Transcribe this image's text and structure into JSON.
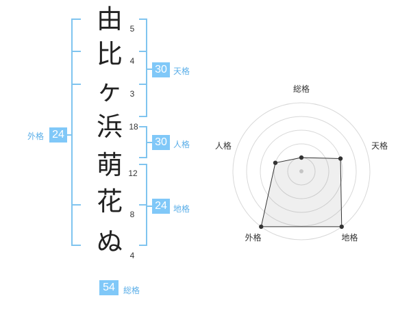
{
  "name": {
    "chars": [
      {
        "char": "由",
        "strokes": "5"
      },
      {
        "char": "比",
        "strokes": "4"
      },
      {
        "char": "ヶ",
        "strokes": "3"
      },
      {
        "char": "浜",
        "strokes": "18"
      },
      {
        "char": "萌",
        "strokes": "12"
      },
      {
        "char": "花",
        "strokes": "8"
      },
      {
        "char": "ぬ",
        "strokes": "4"
      }
    ]
  },
  "kaku": {
    "tenkaku": {
      "value": "30",
      "label": "天格"
    },
    "jinkaku": {
      "value": "30",
      "label": "人格"
    },
    "chikaku": {
      "value": "24",
      "label": "地格"
    },
    "gaikaku": {
      "value": "24",
      "label": "外格"
    },
    "soukaku": {
      "value": "54",
      "label": "総格"
    }
  },
  "radar": {
    "axes": [
      "総格",
      "天格",
      "地格",
      "外格",
      "人格"
    ],
    "scores": [
      1,
      3,
      5,
      5,
      2
    ],
    "max": 5
  },
  "colors": {
    "accent": "#80c8f8",
    "bracket": "#7fc4ef",
    "label": "#5aaee8"
  }
}
